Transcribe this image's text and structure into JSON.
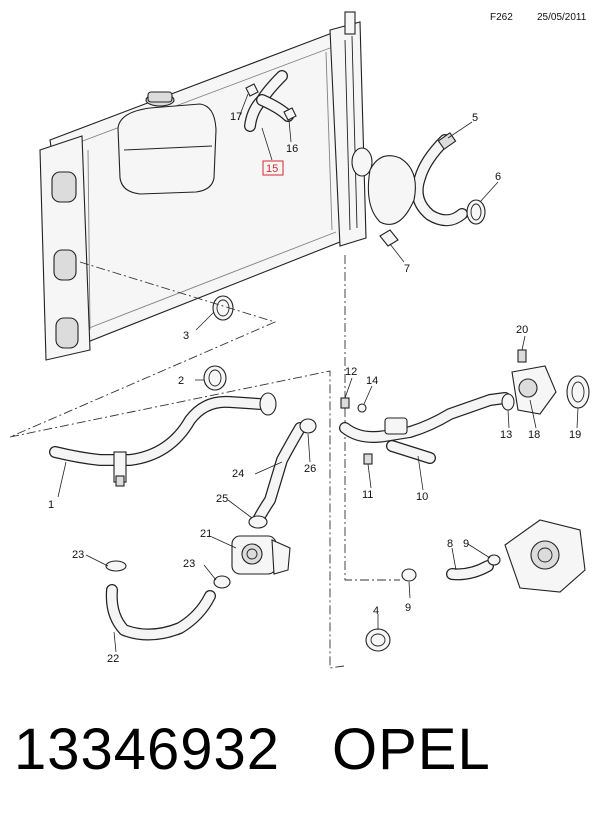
{
  "header": {
    "code": "F262",
    "date": "25/05/2011"
  },
  "callouts": {
    "c1": "1",
    "c2": "2",
    "c3": "3",
    "c4": "4",
    "c5": "5",
    "c6": "6",
    "c7": "7",
    "c8": "8",
    "c9a": "9",
    "c9b": "9",
    "c10": "10",
    "c11": "11",
    "c12": "12",
    "c13": "13",
    "c14": "14",
    "c15": "15",
    "c16": "16",
    "c17": "17",
    "c18": "18",
    "c19": "19",
    "c20": "20",
    "c21": "21",
    "c22": "22",
    "c23a": "23",
    "c23b": "23",
    "c24": "24",
    "c25": "25",
    "c26": "26"
  },
  "highlight": {
    "callout": "15",
    "color": "#d9272e"
  },
  "footer": {
    "part_number": "13346932",
    "brand": "OPEL"
  }
}
